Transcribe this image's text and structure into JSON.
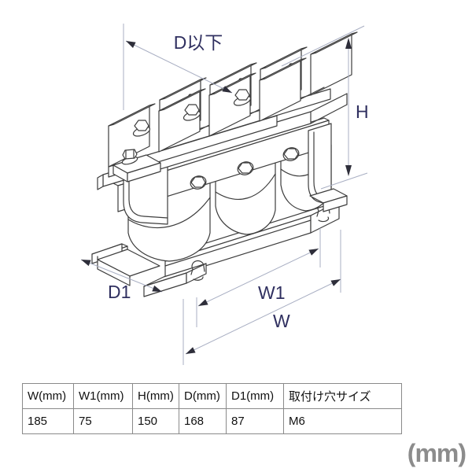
{
  "diagram": {
    "labels": {
      "depth": "D以下",
      "height": "H",
      "mount_depth": "D1",
      "mount_width": "W1",
      "width": "W"
    },
    "unit_note": "(mm)",
    "colors": {
      "outline": "#3d3d3d",
      "dimension_line": "#a9afc3",
      "dimension_label": "#303060",
      "arrowhead": "#2e2e3a",
      "unit_note_gray": "#8c8c8c"
    }
  },
  "table": {
    "headers": [
      "W(mm)",
      "W1(mm)",
      "H(mm)",
      "D(mm)",
      "D1(mm)",
      "取付け穴サイズ"
    ],
    "values": [
      "185",
      "75",
      "150",
      "168",
      "87",
      "M6"
    ]
  }
}
